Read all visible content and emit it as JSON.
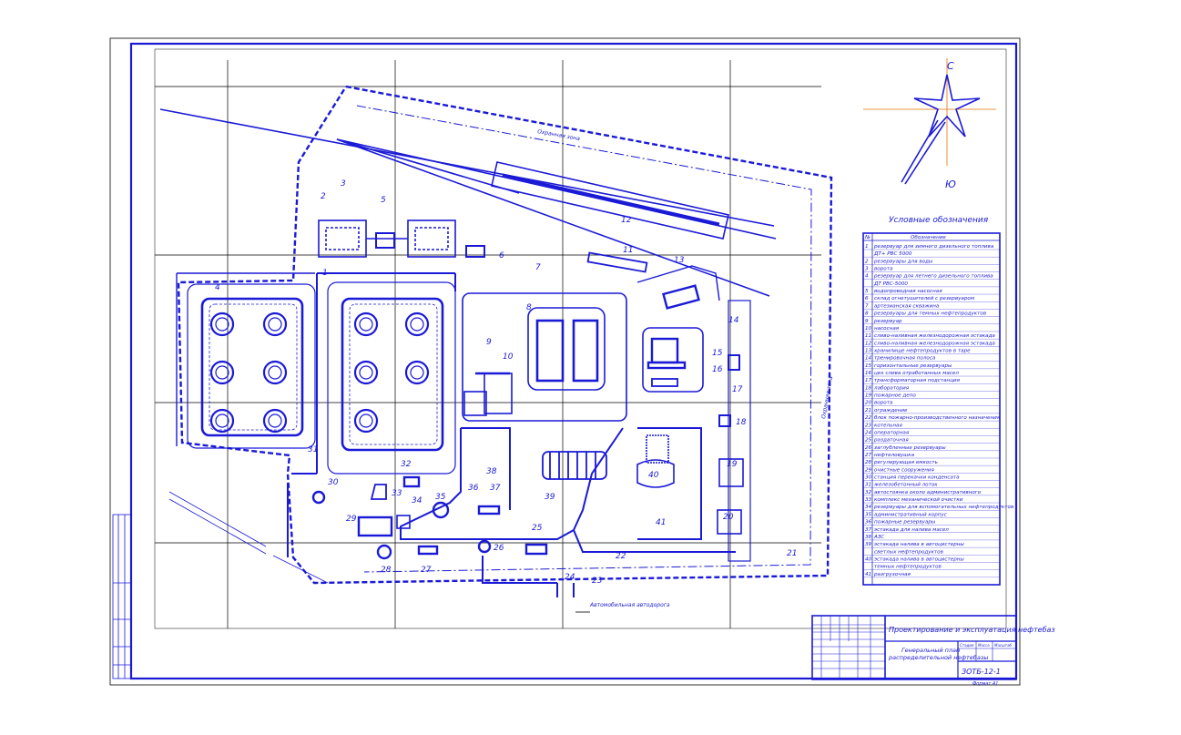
{
  "colors": {
    "line": "#1a1ad6",
    "thin": "#000000",
    "accent": "#e07000",
    "paper": "#ffffff"
  },
  "zones": {
    "security_zone_top": "Охранная зона",
    "security_zone_right": "Охранная зона"
  },
  "compass": {
    "north": "С",
    "south": "Ю"
  },
  "road": {
    "label": "Автомобильная автодорога"
  },
  "legend": {
    "title": "Условные обозначения",
    "col_no": "№",
    "col_name": "Обозначение",
    "items": [
      {
        "n": "1",
        "text": "резервуар для зимнего дизельного топлива"
      },
      {
        "n": "",
        "text": "ДТ+ РВС 5000"
      },
      {
        "n": "2",
        "text": "резервуары для воды"
      },
      {
        "n": "3",
        "text": "ворота"
      },
      {
        "n": "4",
        "text": "резервуар для летнего дизельного топлива"
      },
      {
        "n": "",
        "text": "ДТ РВС-5000"
      },
      {
        "n": "5",
        "text": "водопроводная насосная"
      },
      {
        "n": "6",
        "text": "склад огнетушителей с резервуаром"
      },
      {
        "n": "7",
        "text": "артезианская скважина"
      },
      {
        "n": "8",
        "text": "резервуары для темных нефтепродуктов"
      },
      {
        "n": "9",
        "text": "резервуар"
      },
      {
        "n": "10",
        "text": "насосная"
      },
      {
        "n": "11",
        "text": "сливо-наливная железнодорожная эстакада"
      },
      {
        "n": "12",
        "text": "сливо-наливная железнодорожная эстакада"
      },
      {
        "n": "13",
        "text": "хранилище нефтепродуктов в таре"
      },
      {
        "n": "14",
        "text": "тренировочная полоса"
      },
      {
        "n": "15",
        "text": "горизонтальные резервуары"
      },
      {
        "n": "16",
        "text": "цех слива отработанных масел"
      },
      {
        "n": "17",
        "text": "трансформаторная подстанция"
      },
      {
        "n": "18",
        "text": "лаборатория"
      },
      {
        "n": "19",
        "text": "пожарное депо"
      },
      {
        "n": "20",
        "text": "ворота"
      },
      {
        "n": "21",
        "text": "ограждение"
      },
      {
        "n": "22",
        "text": "блок пожарно-производственного назначения"
      },
      {
        "n": "23",
        "text": "котельная"
      },
      {
        "n": "24",
        "text": "операторная"
      },
      {
        "n": "25",
        "text": "раздаточная"
      },
      {
        "n": "26",
        "text": "заглубленные резервуары"
      },
      {
        "n": "27",
        "text": "нефтеловушка"
      },
      {
        "n": "28",
        "text": "регулирующая емкость"
      },
      {
        "n": "29",
        "text": "очистные сооружения"
      },
      {
        "n": "30",
        "text": "станция перекачки конденсата"
      },
      {
        "n": "31",
        "text": "железобетонный лоток"
      },
      {
        "n": "32",
        "text": "автостоянка около административного"
      },
      {
        "n": "33",
        "text": "комплекс механической очистки"
      },
      {
        "n": "34",
        "text": "резервуары для вспомогательных нефтепродуктов"
      },
      {
        "n": "35",
        "text": "административный корпус"
      },
      {
        "n": "36",
        "text": "пожарные резервуары"
      },
      {
        "n": "37",
        "text": "эстакада для налива масел"
      },
      {
        "n": "38",
        "text": "АЗС"
      },
      {
        "n": "39",
        "text": "эстакада налива в автоцистерны"
      },
      {
        "n": "",
        "text": "светлых нефтепродуктов"
      },
      {
        "n": "40",
        "text": "эстакада налива в автоцистерны"
      },
      {
        "n": "",
        "text": "темных нефтепродуктов"
      },
      {
        "n": "41",
        "text": "разгрузочная"
      }
    ]
  },
  "title_block": {
    "main": "Проектирование и эксплуатация нефтебаз",
    "sheet_title_1": "Генеральный план",
    "sheet_title_2": "распределительной нефтебазы",
    "code": "ЗОТБ-12-1",
    "stage": "Стадия",
    "mass": "Масса",
    "scale": "Масштаб",
    "format": "Формат А1"
  },
  "labels": [
    "1",
    "2",
    "3",
    "4",
    "5",
    "6",
    "7",
    "8",
    "9",
    "10",
    "11",
    "12",
    "13",
    "14",
    "15",
    "16",
    "17",
    "18",
    "19",
    "20",
    "21",
    "22",
    "23",
    "24",
    "25",
    "26",
    "27",
    "28",
    "29",
    "30",
    "31",
    "32",
    "33",
    "34",
    "35",
    "36",
    "37",
    "38",
    "39",
    "40",
    "41"
  ]
}
